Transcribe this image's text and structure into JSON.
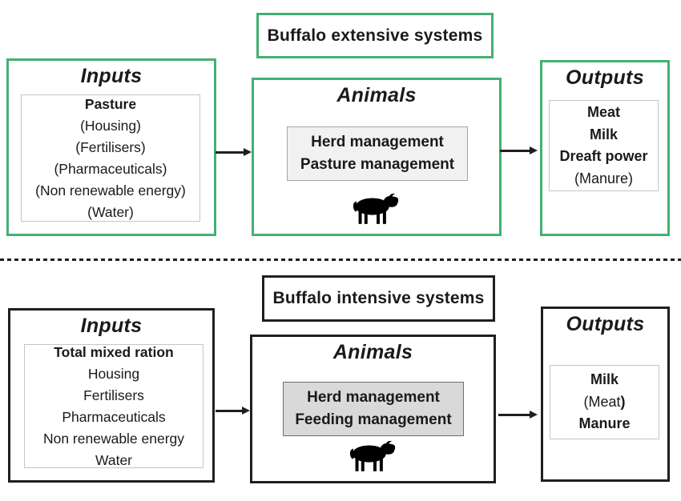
{
  "colors": {
    "green_border": "#43b171",
    "black_border": "#1f1f1f",
    "inner_box_border": "#c6c6c6",
    "management_light_fill": "#f1f1f1",
    "management_light_border": "#a6a6a6",
    "management_dark_fill": "#d9d9d9",
    "management_dark_border": "#6f6f6f",
    "text": "#1a1a1a"
  },
  "extensive": {
    "title": "Buffalo extensive systems",
    "inputs": {
      "heading": "Inputs",
      "items": [
        {
          "text": "Pasture",
          "bold": true
        },
        {
          "text": "(Housing)",
          "bold": false
        },
        {
          "text": "(Fertilisers)",
          "bold": false
        },
        {
          "text": "(Pharmaceuticals)",
          "bold": false
        },
        {
          "text": "(Non renewable energy)",
          "bold": false
        },
        {
          "text": "(Water)",
          "bold": false
        }
      ]
    },
    "animals": {
      "heading": "Animals",
      "management": [
        "Herd management",
        "Pasture management"
      ],
      "icon": "buffalo-silhouette"
    },
    "outputs": {
      "heading": "Outputs",
      "items": [
        {
          "text": "Meat",
          "bold": true
        },
        {
          "text": "Milk",
          "bold": true
        },
        {
          "text": "Dreaft power",
          "bold": true
        },
        {
          "text": "(Manure)",
          "bold": false
        }
      ]
    }
  },
  "intensive": {
    "title": "Buffalo intensive systems",
    "inputs": {
      "heading": "Inputs",
      "items": [
        {
          "text": "Total mixed ration",
          "bold": true
        },
        {
          "text": "Housing",
          "bold": false
        },
        {
          "text": "Fertilisers",
          "bold": false
        },
        {
          "text": "Pharmaceuticals",
          "bold": false
        },
        {
          "text": "Non renewable energy",
          "bold": false
        },
        {
          "text": "Water",
          "bold": false
        }
      ]
    },
    "animals": {
      "heading": "Animals",
      "management": [
        "Herd management",
        "Feeding management"
      ],
      "icon": "buffalo-silhouette"
    },
    "outputs": {
      "heading": "Outputs",
      "items": [
        {
          "text": "Milk",
          "bold": true
        },
        {
          "parts": [
            {
              "text": "(Meat",
              "bold": false
            },
            {
              "text": ")",
              "bold": true
            }
          ]
        },
        {
          "text": "Manure",
          "bold": true
        }
      ]
    }
  }
}
